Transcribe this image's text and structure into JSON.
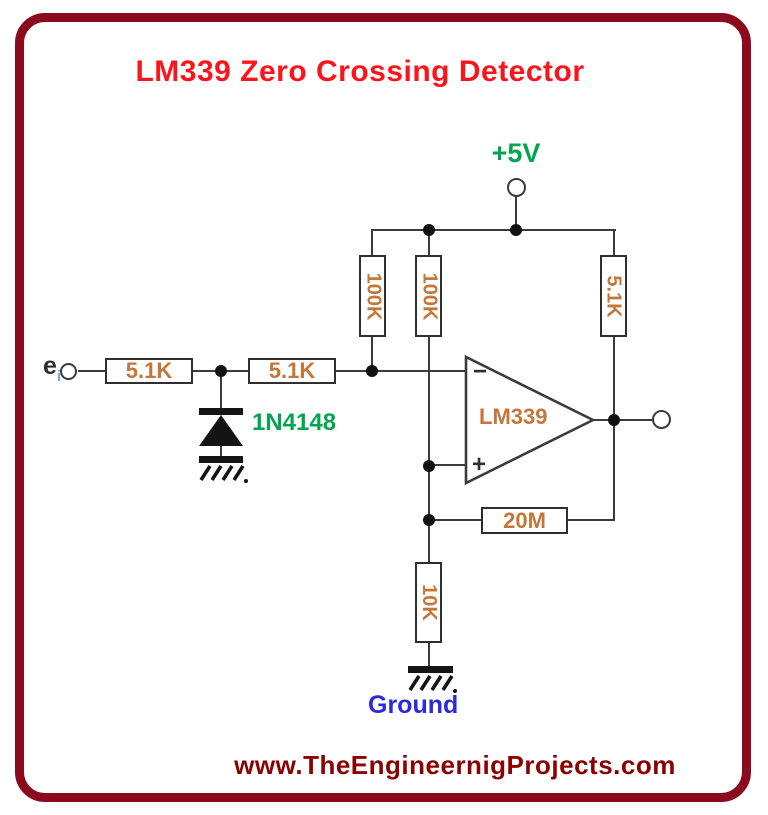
{
  "title": "LM339 Zero Crossing Detector",
  "power": {
    "label": "+5V"
  },
  "input": {
    "symbol": "e",
    "subscript": "i"
  },
  "resistors": {
    "input_series_1": "5.1K",
    "input_series_2": "5.1K",
    "pullup_left": "100K",
    "pullup_mid": "100K",
    "output_pullup": "5.1K",
    "feedback": "20M",
    "bias_lower": "10K"
  },
  "diode": {
    "label": "1N4148"
  },
  "opamp": {
    "label": "LM339",
    "inverting": "−",
    "noninverting": "+"
  },
  "ground": {
    "label": "Ground"
  },
  "footer": "www.TheEngineernigProjects.com",
  "colors": {
    "frame": "#8B0A1E",
    "title": "#F9151B",
    "green": "#00A651",
    "component_label": "#C3773A",
    "ground_blue": "#2A2AE0",
    "footer": "#8B0000",
    "wire": "#3B3B3B"
  }
}
